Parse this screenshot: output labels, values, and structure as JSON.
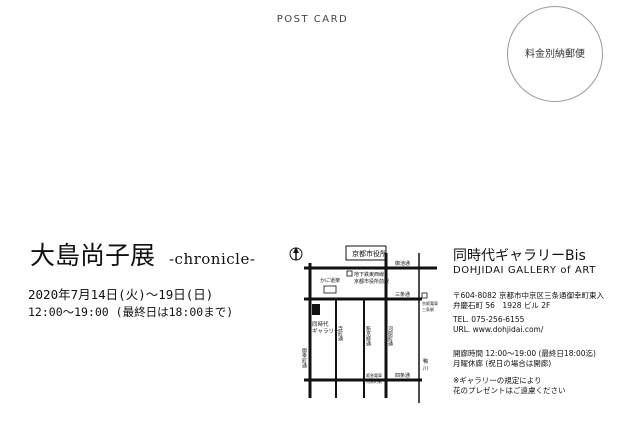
{
  "header": {
    "postcard": "POST CARD"
  },
  "stamp": {
    "text": "料金別納郵便"
  },
  "exhibition": {
    "title": "大島尚子展",
    "subtitle": "-chronicle-",
    "dates": "2020年7月14日(火)〜19日(日)",
    "hours": "12:00〜19:00 (最終日は18:00まで)"
  },
  "map": {
    "city_hall": "京都市役所",
    "subway": "地下鉄東西線",
    "subway_station": "京都市役所前駅",
    "crab": "かに道楽",
    "gallery": "同時代",
    "gallery2": "ギャラリー",
    "oike": "御池通",
    "sanjo": "三条通",
    "keihan": "京阪電車",
    "keihan_station": "三条駅",
    "shijo": "四条通",
    "hankyu": "阪急電車",
    "hankyu_station": "河原町駅",
    "kamo": "鴨",
    "kamo2": "川",
    "gokomachi": "御幸町通",
    "teramachi": "寺町通",
    "shinkyogoku": "新京極通",
    "kawaramachi": "河原町通"
  },
  "gallery": {
    "name": "同時代ギャラリーBis",
    "name_en": "DOHJIDAI GALLERY of ART",
    "address1": "〒604-8082 京都市中京区三条通御幸町東入",
    "address2": "弁慶石町 56　1928 ビル 2F",
    "tel": "TEL. 075-256-6155",
    "url": "URL. www.dohjidai.com/",
    "open": "開廊時間 12:00〜19:00 (最終日18:00迄)",
    "closed": "月曜休廊 (祝日の場合は開廊)",
    "note1": "※ギャラリーの規定により",
    "note2": "花のプレゼントはご遠慮ください"
  }
}
